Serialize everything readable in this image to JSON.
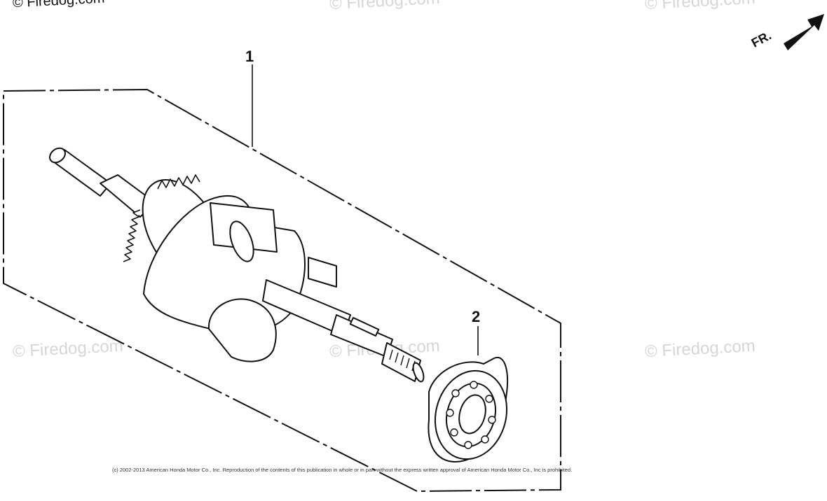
{
  "watermarks": {
    "top_left": "© Firedog.com",
    "top_center": "© Firedog.com",
    "top_right": "© Firedog.com",
    "mid_left": "© Firedog.com",
    "mid_center": "© Firedog.com",
    "mid_right": "© Firedog.com"
  },
  "callouts": {
    "part_1": "1",
    "part_2": "2"
  },
  "direction": {
    "label": "FR.",
    "icon": "front-direction-arrow-icon"
  },
  "parts": {
    "crankshaft": "crankshaft-drawing",
    "bearing": "radial-ball-bearing-drawing"
  },
  "footer": {
    "copyright": "(c) 2002-2013 American Honda Motor Co., Inc. Reproduction of the contents of this publication in whole or in part without the express written approval of American Honda Motor Co., Inc is prohibited."
  },
  "colors": {
    "line": "#111111",
    "watermark": "#d6d6d6",
    "background": "#ffffff"
  }
}
